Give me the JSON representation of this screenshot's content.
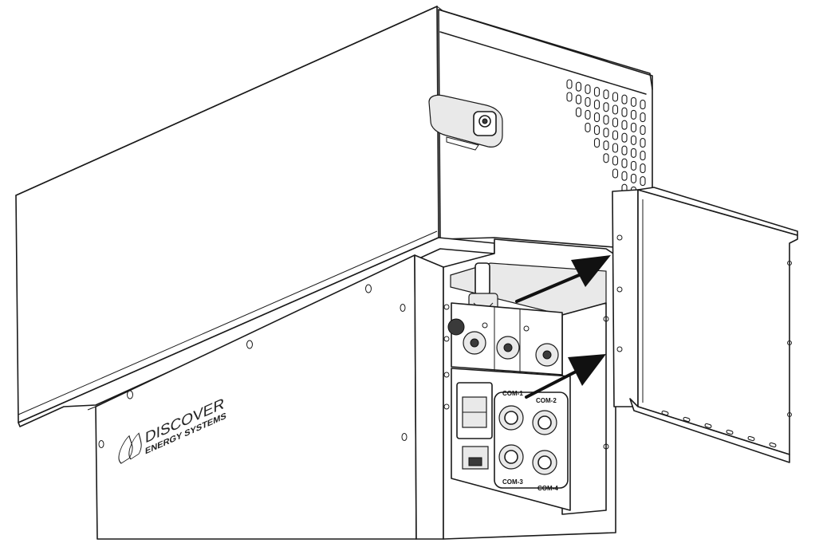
{
  "brand": {
    "name_line1": "DISCOVER",
    "name_line2": "ENERGY SYSTEMS"
  },
  "ports": {
    "com1": "COM-1",
    "com2": "COM-2",
    "com3": "COM-3",
    "com4": "COM-4"
  },
  "colors": {
    "line": "#1a1a1a",
    "background": "#ffffff",
    "arrow": "#111111"
  },
  "icons": [
    "discover-logo-icon",
    "lock-latch-icon",
    "arrow-icon"
  ]
}
